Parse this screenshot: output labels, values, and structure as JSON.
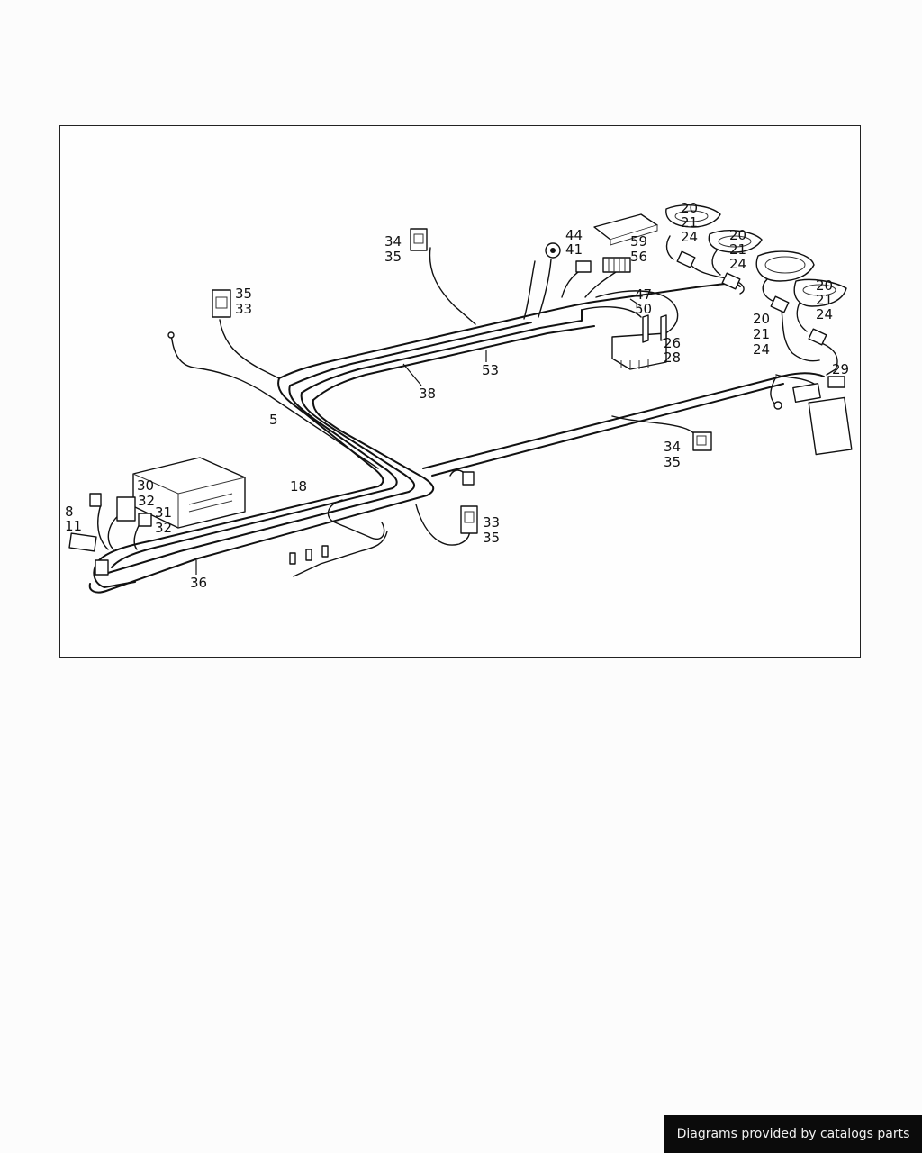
{
  "credit": "Diagrams provided by catalogs parts",
  "callouts": [
    "20",
    "21",
    "24",
    "20",
    "21",
    "24",
    "20",
    "21",
    "24",
    "20",
    "21",
    "24",
    "44",
    "41",
    "59",
    "56",
    "34",
    "35",
    "35",
    "33",
    "47",
    "50",
    "26",
    "28",
    "53",
    "38",
    "5",
    "29",
    "34",
    "35",
    "18",
    "30",
    "32",
    "31",
    "32",
    "8",
    "11",
    "33",
    "35",
    "36"
  ]
}
